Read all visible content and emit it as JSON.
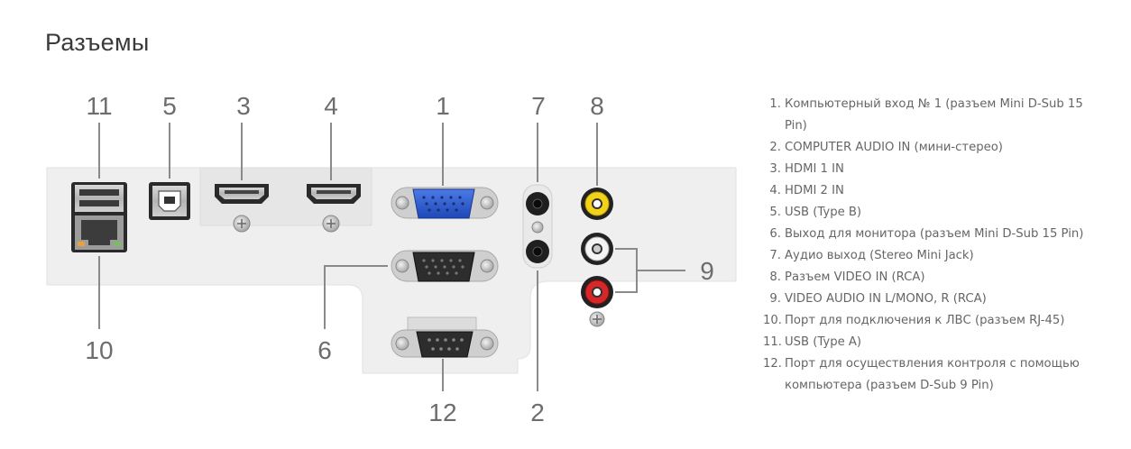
{
  "title": "Разъемы",
  "callout_numbers": [
    "11",
    "5",
    "3",
    "4",
    "1",
    "7",
    "8",
    "9",
    "10",
    "6",
    "12",
    "2"
  ],
  "legend": [
    {
      "num": "1.",
      "text": "Компьютерный вход № 1 (разъем Mini D-Sub 15 Pin)"
    },
    {
      "num": "2.",
      "text": "COMPUTER AUDIO IN (мини-стерео)"
    },
    {
      "num": "3.",
      "text": "HDMI 1 IN"
    },
    {
      "num": "4.",
      "text": "HDMI 2 IN"
    },
    {
      "num": "5.",
      "text": "USB (Type B)"
    },
    {
      "num": "6.",
      "text": "Выход для монитора (разъем Mini D-Sub 15 Pin)"
    },
    {
      "num": "7.",
      "text": "Аудио выход (Stereo Mini Jack)"
    },
    {
      "num": "8.",
      "text": "Разъем VIDEO IN (RCA)"
    },
    {
      "num": "9.",
      "text": "VIDEO AUDIO IN L/MONO, R (RCA)"
    },
    {
      "num": "10.",
      "text": "Порт для подключения к ЛВС (разъем RJ-45)"
    },
    {
      "num": "11.",
      "text": "USB (Type A)"
    },
    {
      "num": "12.",
      "text": "Порт для осуществления контроля с помощью компьютера (разъем D-Sub 9 Pin)"
    }
  ],
  "colors": {
    "panel": "#efefef",
    "vga_blue": "#2f5fd0",
    "rca_yellow": "#f2d21a",
    "rca_white": "#f4f4f4",
    "rca_red": "#d62828",
    "leader_line": "#8a8a8a"
  }
}
